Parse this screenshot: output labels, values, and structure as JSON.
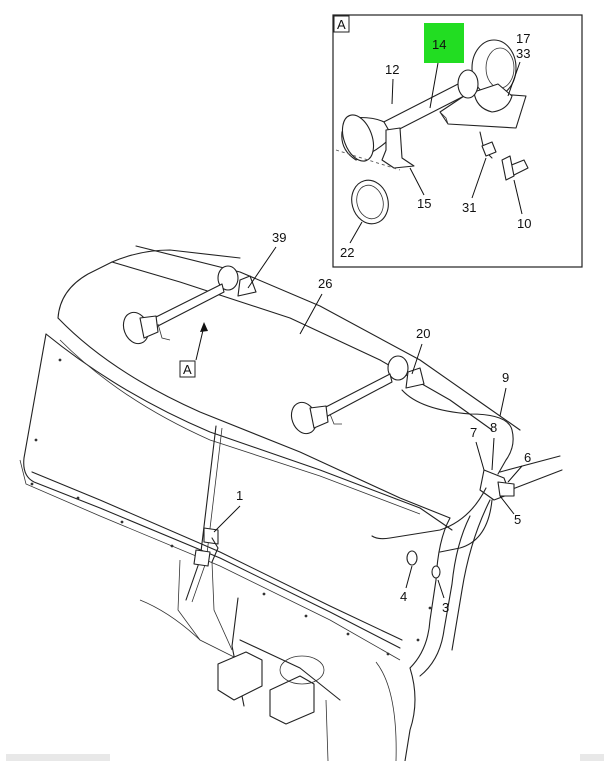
{
  "detail": {
    "letter": "A"
  },
  "callouts": {
    "c14": "14",
    "c17": "17",
    "c33": "33",
    "c12": "12",
    "c15": "15",
    "c31": "31",
    "c10": "10",
    "c22": "22",
    "c39": "39",
    "c26": "26",
    "c20": "20",
    "c9": "9",
    "c7": "7",
    "c8": "8",
    "c6": "6",
    "c5": "5",
    "c1": "1",
    "c4": "4",
    "c3": "3"
  },
  "view_marker": "A",
  "colors": {
    "highlight": "#22dd22"
  }
}
